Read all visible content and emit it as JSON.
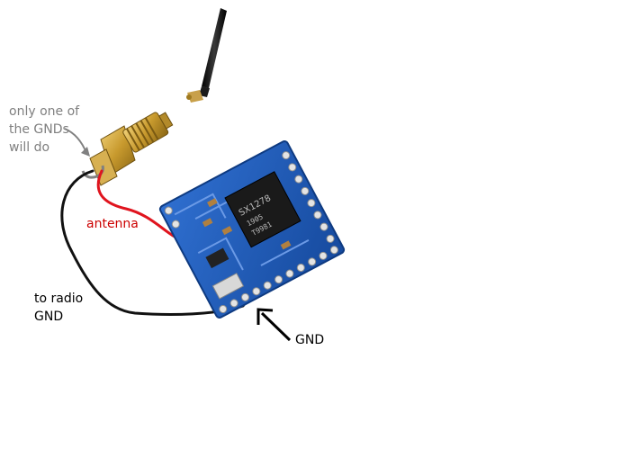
{
  "labels": {
    "note": "only one of\nthe GNDs\nwill do",
    "antenna": "antenna",
    "radio_gnd": "to radio\nGND",
    "gnd": "GND"
  },
  "chip_marking": "SX1278",
  "colors": {
    "note_text": "#7f7f7f",
    "antenna_text": "#cc0000",
    "radio_text": "#000000",
    "gnd_text": "#000000",
    "red_wire": "#e0141e",
    "black_wire": "#111111",
    "grey_wire": "#808080",
    "pcb": "#1c58b8",
    "chip": "#1a1a1a",
    "brass": "#c89a2e"
  }
}
